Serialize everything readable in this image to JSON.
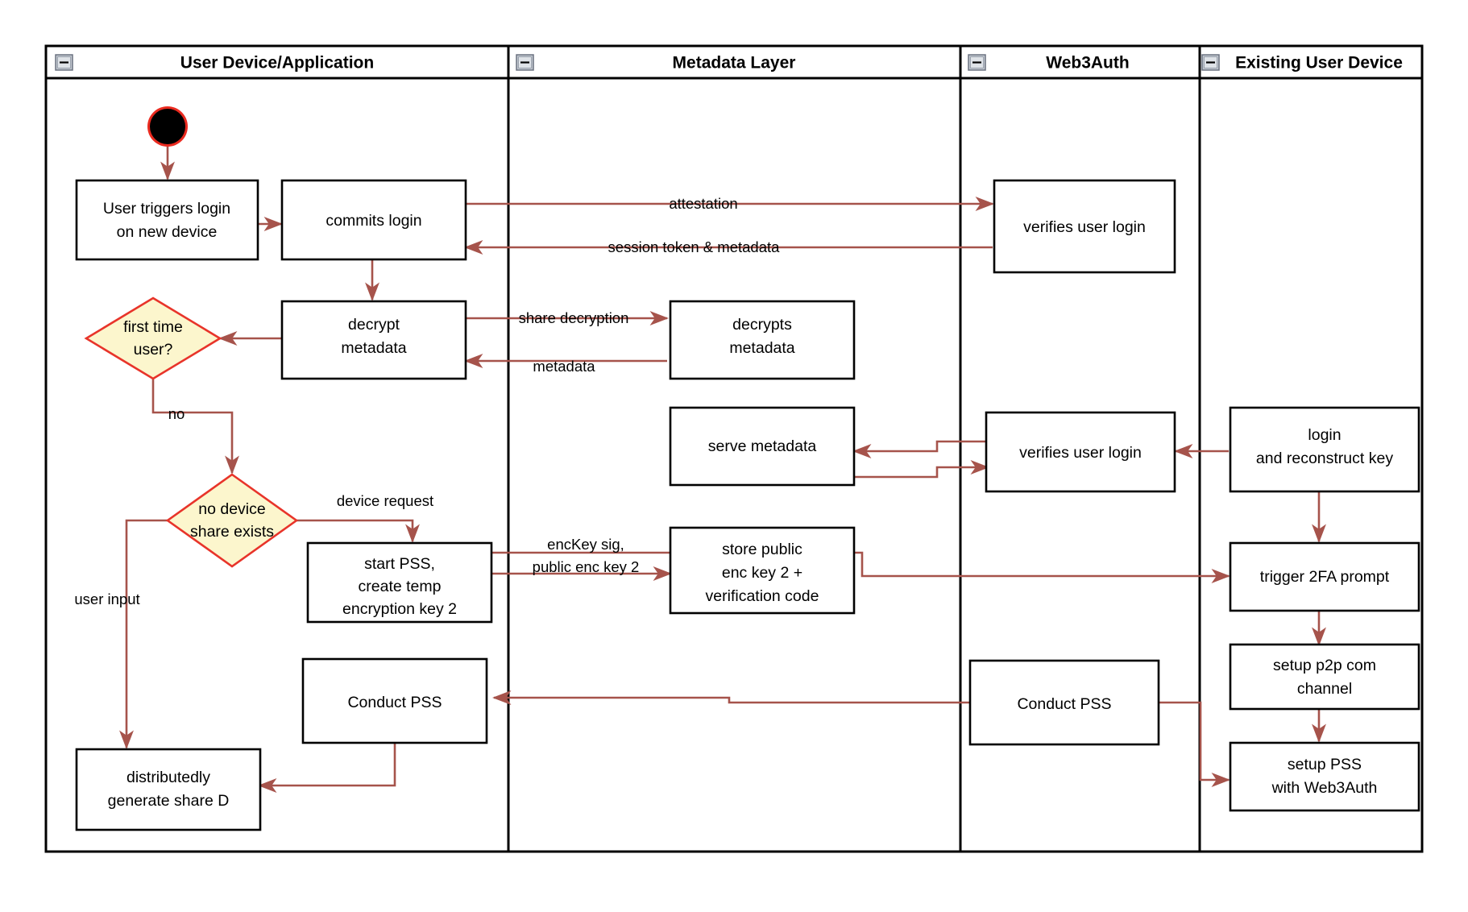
{
  "diagram": {
    "type": "uml-activity-swimlane",
    "title": "Web3Auth new-device login / PSS flow",
    "colors": {
      "activity_border": "#000000",
      "activity_fill": "#ffffff",
      "decision_border": "#e8342a",
      "decision_fill": "#fcf6cd",
      "flow_arrow": "#a6534b",
      "start_node_ring": "#ea2a1f",
      "start_node_fill": "#000000",
      "lane_border": "#000000"
    }
  },
  "lanes": [
    {
      "id": "lane-user-device",
      "title": "User Device/Application",
      "collapse_icon": "minus-icon"
    },
    {
      "id": "lane-metadata",
      "title": "Metadata Layer",
      "collapse_icon": "minus-icon"
    },
    {
      "id": "lane-web3auth",
      "title": "Web3Auth",
      "collapse_icon": "minus-icon"
    },
    {
      "id": "lane-existing-device",
      "title": "Existing User Device",
      "collapse_icon": "minus-icon"
    }
  ],
  "nodes": [
    {
      "id": "start",
      "lane": "lane-user-device",
      "type": "start",
      "label": ""
    },
    {
      "id": "user-triggers-login",
      "lane": "lane-user-device",
      "type": "activity",
      "lines": [
        "User triggers login",
        "on new device"
      ]
    },
    {
      "id": "commits-login",
      "lane": "lane-user-device",
      "type": "activity",
      "lines": [
        "commits login"
      ]
    },
    {
      "id": "decrypt-metadata",
      "lane": "lane-user-device",
      "type": "activity",
      "lines": [
        "decrypt",
        "metadata"
      ]
    },
    {
      "id": "first-time-user",
      "lane": "lane-user-device",
      "type": "decision",
      "lines": [
        "first time",
        "user?"
      ]
    },
    {
      "id": "no-device-share-exists",
      "lane": "lane-user-device",
      "type": "decision",
      "lines": [
        "no device",
        "share exists"
      ]
    },
    {
      "id": "start-pss",
      "lane": "lane-user-device",
      "type": "activity",
      "lines": [
        "start PSS,",
        "create temp",
        "encryption key 2"
      ]
    },
    {
      "id": "conduct-pss-user",
      "lane": "lane-user-device",
      "type": "activity",
      "lines": [
        "Conduct PSS"
      ]
    },
    {
      "id": "distributedly-generate-share-d",
      "lane": "lane-user-device",
      "type": "activity",
      "lines": [
        "distributedly",
        "generate share D"
      ]
    },
    {
      "id": "decrypts-metadata",
      "lane": "lane-metadata",
      "type": "activity",
      "lines": [
        "decrypts",
        "metadata"
      ]
    },
    {
      "id": "serve-metadata",
      "lane": "lane-metadata",
      "type": "activity",
      "lines": [
        "serve metadata"
      ]
    },
    {
      "id": "store-public-enc-key",
      "lane": "lane-metadata",
      "type": "activity",
      "lines": [
        "store public",
        "enc key 2 +",
        "verification code"
      ]
    },
    {
      "id": "verifies-user-login-1",
      "lane": "lane-web3auth",
      "type": "activity",
      "lines": [
        "verifies user login"
      ]
    },
    {
      "id": "verifies-user-login-2",
      "lane": "lane-web3auth",
      "type": "activity",
      "lines": [
        "verifies user login"
      ]
    },
    {
      "id": "conduct-pss-web3auth",
      "lane": "lane-web3auth",
      "type": "activity",
      "lines": [
        "Conduct PSS"
      ]
    },
    {
      "id": "login-and-reconstruct-key",
      "lane": "lane-existing-device",
      "type": "activity",
      "lines": [
        "login",
        "and reconstruct key"
      ]
    },
    {
      "id": "trigger-2fa-prompt",
      "lane": "lane-existing-device",
      "type": "activity",
      "lines": [
        "trigger 2FA prompt"
      ]
    },
    {
      "id": "setup-p2p-com-channel",
      "lane": "lane-existing-device",
      "type": "activity",
      "lines": [
        "setup p2p com",
        "channel"
      ]
    },
    {
      "id": "setup-pss-with-web3auth",
      "lane": "lane-existing-device",
      "type": "activity",
      "lines": [
        "setup PSS",
        "with Web3Auth"
      ]
    }
  ],
  "edges": [
    {
      "id": "e-attestation",
      "from": "commits-login",
      "to": "verifies-user-login-1",
      "label": "attestation"
    },
    {
      "id": "e-session-token",
      "from": "verifies-user-login-1",
      "to": "commits-login",
      "label": "session token & metadata"
    },
    {
      "id": "e-share-decryption",
      "from": "decrypt-metadata",
      "to": "decrypts-metadata",
      "label": "share decryption"
    },
    {
      "id": "e-metadata",
      "from": "decrypts-metadata",
      "to": "first-time-user",
      "label": "metadata"
    },
    {
      "id": "e-no",
      "from": "first-time-user",
      "to": "no-device-share-exists",
      "label": "no"
    },
    {
      "id": "e-device-request",
      "from": "no-device-share-exists",
      "to": "start-pss",
      "label": "device request"
    },
    {
      "id": "e-user-input",
      "from": "no-device-share-exists",
      "to": "distributedly-generate-share-d",
      "label": "user input"
    },
    {
      "id": "e-enckey",
      "from": "start-pss",
      "to": "store-public-enc-key",
      "label": "encKey sig,\npublic enc key 2",
      "label_lines": [
        "encKey sig,",
        "public enc key 2"
      ]
    },
    {
      "id": "e-start-pss-to-2fa",
      "from": "start-pss",
      "to": "trigger-2fa-prompt",
      "label": ""
    },
    {
      "id": "e-login-to-verify2",
      "from": "login-and-reconstruct-key",
      "to": "verifies-user-login-2",
      "label": ""
    },
    {
      "id": "e-verify2-to-serve",
      "from": "verifies-user-login-2",
      "to": "serve-metadata",
      "label": ""
    },
    {
      "id": "e-serve-to-verify2",
      "from": "serve-metadata",
      "to": "verifies-user-login-2",
      "label": ""
    },
    {
      "id": "e-login-to-2fa",
      "from": "login-and-reconstruct-key",
      "to": "trigger-2fa-prompt",
      "label": ""
    },
    {
      "id": "e-2fa-to-p2p",
      "from": "trigger-2fa-prompt",
      "to": "setup-p2p-com-channel",
      "label": ""
    },
    {
      "id": "e-p2p-to-setup-pss",
      "from": "setup-p2p-com-channel",
      "to": "setup-pss-with-web3auth",
      "label": ""
    },
    {
      "id": "e-setuppss-to-conductpss-web3auth",
      "from": "setup-pss-with-web3auth",
      "to": "conduct-pss-web3auth",
      "label": ""
    },
    {
      "id": "e-conductpss-web3auth-to-user",
      "from": "conduct-pss-web3auth",
      "to": "conduct-pss-user",
      "label": ""
    },
    {
      "id": "e-conductpss-user-to-share-d",
      "from": "conduct-pss-user",
      "to": "distributedly-generate-share-d",
      "label": ""
    },
    {
      "id": "e-start-to-trigger",
      "from": "start",
      "to": "user-triggers-login",
      "label": ""
    },
    {
      "id": "e-trigger-to-commits",
      "from": "user-triggers-login",
      "to": "commits-login",
      "label": ""
    },
    {
      "id": "e-commits-to-decrypt",
      "from": "commits-login",
      "to": "decrypt-metadata",
      "label": ""
    }
  ]
}
